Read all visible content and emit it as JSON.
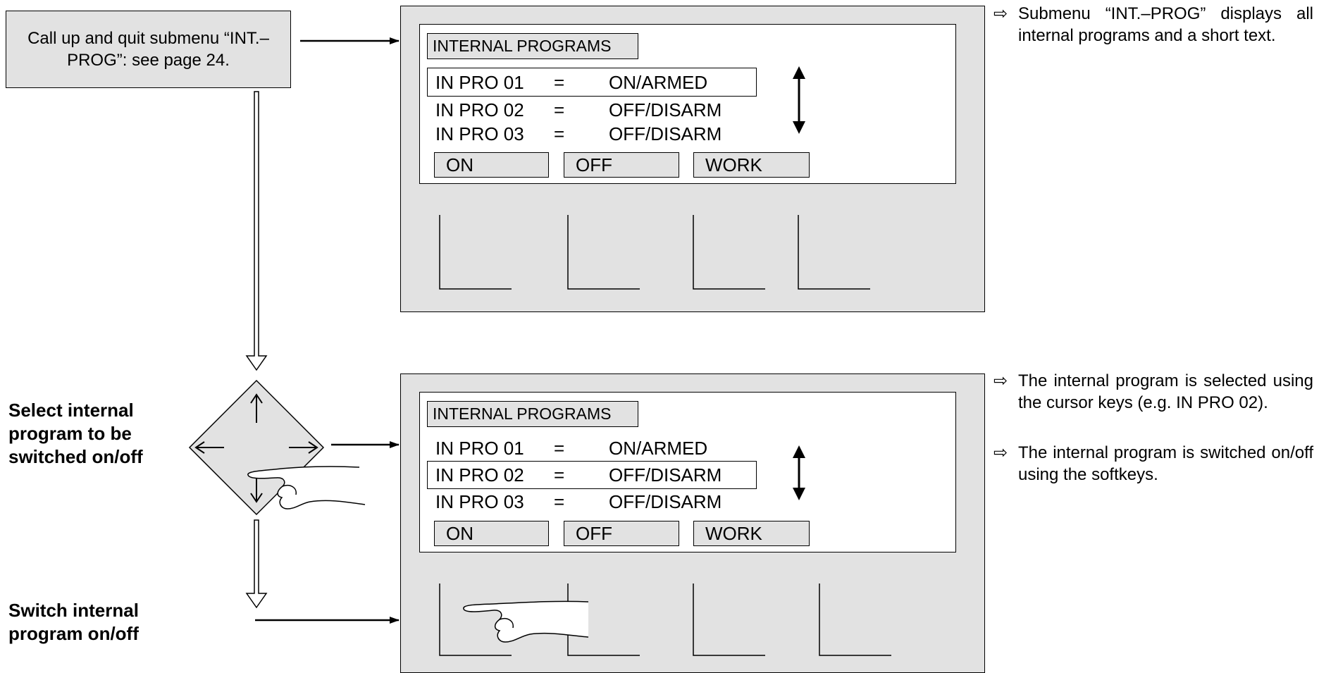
{
  "call_box": {
    "text": "Call up and quit submenu “INT.–PROG”: see page 24."
  },
  "panel_top": {
    "header": "INTERNAL PROGRAMS",
    "rows": [
      {
        "name": "IN PRO 01",
        "eq": "=",
        "value": "ON/ARMED"
      },
      {
        "name": "IN PRO 02",
        "eq": "=",
        "value": "OFF/DISARM"
      },
      {
        "name": "IN PRO 03",
        "eq": "=",
        "value": "OFF/DISARM"
      }
    ],
    "softkeys": [
      "ON",
      "OFF",
      "WORK"
    ]
  },
  "panel_bottom": {
    "header": "INTERNAL PROGRAMS",
    "rows": [
      {
        "name": "IN PRO 01",
        "eq": "=",
        "value": "ON/ARMED"
      },
      {
        "name": "IN PRO 02",
        "eq": "=",
        "value": "OFF/DISARM"
      },
      {
        "name": "IN PRO 03",
        "eq": "=",
        "value": "OFF/DISARM"
      }
    ],
    "softkeys": [
      "ON",
      "OFF",
      "WORK"
    ]
  },
  "notes": {
    "bullet": "⇨",
    "top": "Submenu “INT.–PROG” displays all internal programs and a short text.",
    "bottom_1": "The internal program is selected using the cursor keys (e.g. IN PRO 02).",
    "bottom_2": "The internal program is switched on/off using the softkeys."
  },
  "labels": {
    "select": "Select internal program to be switched on/off",
    "switch": "Switch internal program on/off"
  },
  "icons": {
    "cursor_pad": "cursor-keys-diamond-icon",
    "hand": "pointing-hand-icon",
    "scroll": "up-down-arrow-icon",
    "flow": "hollow-down-arrow-icon"
  }
}
